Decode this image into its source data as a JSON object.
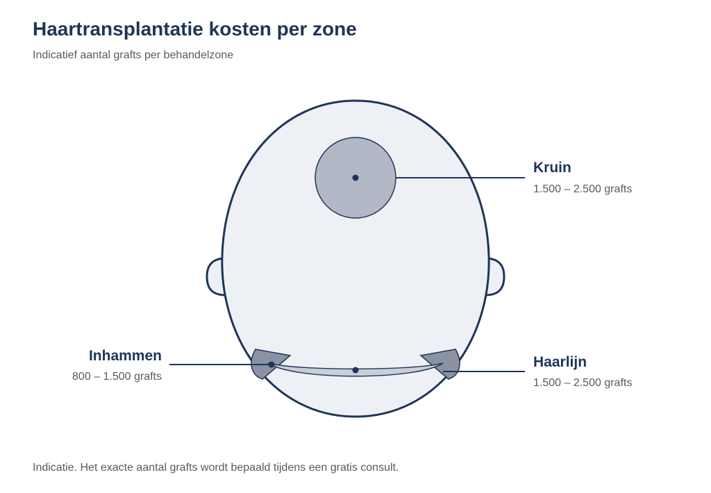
{
  "header": {
    "title": "Haartransplantatie kosten per zone",
    "subtitle": "Indicatief aantal grafts per behandelzone"
  },
  "zones": {
    "kruin": {
      "name": "Kruin",
      "range": "1.500 – 2.500 grafts"
    },
    "inhammen": {
      "name": "Inhammen",
      "range": "800 – 1.500 grafts"
    },
    "haarlijn": {
      "name": "Haarlijn",
      "range": "1.500 – 2.500 grafts"
    }
  },
  "footer": {
    "note": "Indicatie. Het exacte aantal grafts wordt bepaald tijdens een gratis consult."
  },
  "colors": {
    "outline": "#1f3556",
    "head_fill": "#edf1f5",
    "crown_fill": "#b2b8c6",
    "temple_fill": "#8a92a3",
    "hairline_fill": "#c9ced9",
    "text_dark": "#1f3556",
    "text_muted": "#555b63"
  }
}
